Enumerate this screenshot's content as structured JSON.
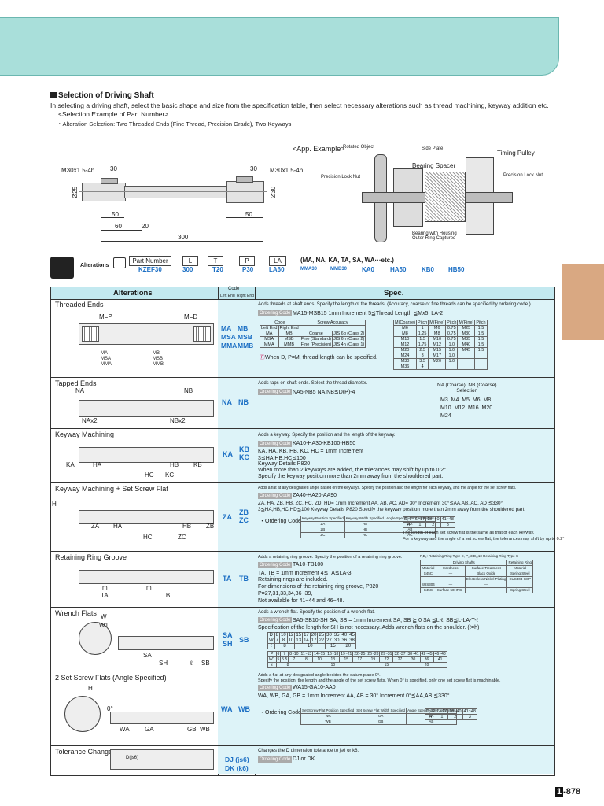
{
  "section": {
    "title": "Selection of Driving Shaft",
    "intro": "In selecting a driving shaft, select the basic shape and size from the specification table, then select necessary alterations such as thread machining, keyway addition etc.",
    "example_heading": "<Selection Example of Part Number>",
    "alteration_note": "・Alteration Selection: Two Threaded Ends (Fine Thread, Precision Grade), Two Keyways"
  },
  "drawing": {
    "thread_left": "M30x1.5-4h",
    "thread_right": "M30x1.5-4h",
    "dim_30_left": "30",
    "dim_30_right": "30",
    "dia_25": "Ø25",
    "dia_30": "Ø30",
    "dim_50_left": "50",
    "dim_60": "60",
    "dim_20": "20",
    "dim_50_right": "50",
    "dim_300": "300"
  },
  "app_example": {
    "title": "<App. Example>",
    "rotated_object": "Rotated Object",
    "side_plate": "Side Plate",
    "timing_pulley": "Timing Pulley",
    "bearing_spacer": "Bearing Spacer",
    "lock_nut_left": "Precision Lock Nut",
    "lock_nut_right": "Precision Lock Nut",
    "bearing_housing": "Bearing with Housing\nOuter Ring Captured"
  },
  "part_number": {
    "label": "Part Number",
    "alterations_label": "Alterations",
    "codes": [
      "L",
      "T",
      "P",
      "LA"
    ],
    "suffix": "(MA, NA, KA, TA, SA, WA···etc.)",
    "example": [
      "KZEF30",
      "300",
      "T20",
      "P30",
      "LA60",
      "MMA30",
      "MMB30",
      "KA0",
      "HA50",
      "KB0",
      "HB50"
    ]
  },
  "table_header": {
    "alterations": "Alterations",
    "code": "Code",
    "left_end": "Left End",
    "right_end": "Right End",
    "spec": "Spec."
  },
  "rows": [
    {
      "name": "Threaded Ends",
      "codes_left": "MA\nMSA\nMMA",
      "codes_right": "MB\nMSB\nMMB",
      "spec": "Adds threads at shaft ends. Specify the length of the threads. (Accuracy, coarse or fine threads can be specified by ordering code.)",
      "order_code": "Ordering Code",
      "order_example": "MA15-MSB15   1mm Increment   5≦Thread Length ≦Mx5, LA-2",
      "note": "When D, P=M, thread length can be specified.",
      "fig_labels": [
        "M=P",
        "M=D",
        "MA\nMSA\nMMA",
        "MB\nMSB\nMMB"
      ]
    },
    {
      "name": "Tapped Ends",
      "codes_left": "NA",
      "codes_right": "NB",
      "spec": "Adds taps on shaft ends. Select the thread diameter.",
      "order_code": "Ordering Code",
      "order_example": "NA5-NB5   NA,NB≦D(P)-4",
      "selection_head": "NA (Coarse)  NB (Coarse)\nSelection",
      "selection_values": "M3  M4  M5  M6  M8\nM10  M12  M16  M20\nM24",
      "fig_labels": [
        "NA",
        "NB",
        "NAx2",
        "NBx2"
      ]
    },
    {
      "name": "Keyway Machining",
      "codes_left": "KA",
      "codes_right": "KB\nKC",
      "spec": "Adds a keyway. Specify the position and the length of the keyway.",
      "order_code": "Ordering Code",
      "order_example": "KA10-HA30-KB100-HB50",
      "lines": [
        "KA, HA, KB, HB, KC, HC = 1mm Increment",
        "3≦HA,HB,HC≦100",
        "Keyway Details P820",
        "When more than 2 keyways are added, the tolerances may shift by up to 0.2°.",
        "Specify the keyway position more than 2mm away from the shouldered part."
      ],
      "fig_labels": [
        "KA",
        "HA",
        "HB",
        "KB",
        "HC",
        "KC"
      ]
    },
    {
      "name": "Keyway Machining + Set Screw Flat",
      "codes_left": "ZA",
      "codes_right": "ZB\nZC",
      "spec": "Adds a flat at any designated angle based on the keyways. Specify the position and the length for each keyway, and the angle for the set screw flats.",
      "order_code": "Ordering Code",
      "order_example": "ZA40-HA20-AA90",
      "lines": [
        "ZA, HA, ZB, HB, ZC, HC, ZD, HD= 1mm Increment   AA, AB, AC, AD= 30° Increment   30°≦AA,AB, AC, AD ≦330°",
        "3≦HA,HB,HC,HD≦100   Keyway Details P820   Specify the keyway position more than 2mm away from the shouldered part."
      ],
      "ordering_label": "・Ordering Code",
      "note1": "The length of each set screw flat is the same as that of each keyway.",
      "note2": "For a keyway and the angle of a set screw flat, the tolerances may shift by up to 0.2°.",
      "fig_labels": [
        "H",
        "ZA",
        "HA",
        "HB",
        "ZB",
        "HC",
        "ZC"
      ]
    },
    {
      "name": "Retaining Ring Groove",
      "codes_left": "TA",
      "codes_right": "TB",
      "spec": "Adds a retaining ring groove. Specify the position of a retaining ring groove.",
      "order_code": "Ordering Code",
      "order_example": "TA10-TB100",
      "lines": [
        "TA, TB = 1mm Increment   4≦TA≦LA-3",
        "Retaining rings are included.",
        "For dimensions of the retaining ring groove, P820",
        "P=27,31,33,34,36~39,",
        "Not available for 41~44 and 46~48."
      ],
      "fig_labels": [
        "m",
        "m",
        "TA",
        "TB"
      ]
    },
    {
      "name": "Wrench Flats",
      "codes_left": "SA\nSH",
      "codes_right": "SB",
      "spec": "Adds a wrench flat. Specify the position of a wrench flat.",
      "order_code": "Ordering Code",
      "order_example": "SA5-SB10-SH   SA, SB = 1mm Increment   SA, SB ≧ 0   SA ≦L-ℓ, SB≦L-LA-T-ℓ",
      "lines": [
        "Specification of the length for SH is not necessary. Adds wrench flats on the shoulder. (ℓ=h)"
      ],
      "fig_labels": [
        "W",
        "W1",
        "SA",
        "SH",
        "ℓ",
        "SB"
      ]
    },
    {
      "name": "2 Set Screw Flats (Angle Specified)",
      "codes_left": "WA",
      "codes_right": "WB",
      "spec": "Adds a flat at any designated angle besides the datum plane 0°.",
      "spec2": "Specify the position, the length and the angle of the set screw flats. When 0° is specified, only one set screw flat is machinable.",
      "order_code": "Ordering Code",
      "order_example": "WA15-GA10-AA0",
      "lines": [
        "WA, WB, GA, GB = 1mm Increment   AA, AB = 30° Increment   0°≦AA,AB ≦330°"
      ],
      "ordering_label": "・Ordering Code",
      "fig_labels": [
        "H",
        "0°",
        "WA",
        "GA",
        "GB",
        "WB"
      ]
    },
    {
      "name": "Tolerance Change",
      "codes_left": "DJ (js6)",
      "codes_right": "DK (k6)",
      "spec": "Changes the D dimension tolerance to js6 or k6.",
      "order_code": "Ordering Code",
      "order_example": "DJ  or  DK",
      "fig_labels": [
        "D(js6)"
      ]
    }
  ],
  "thread_table": {
    "head": [
      "Code",
      "Screw Accuracy"
    ],
    "sub": [
      "Left End",
      "Right End"
    ],
    "rows": [
      [
        "MA",
        "MB",
        "Coarse",
        "JIS 6g (Class 2)"
      ],
      [
        "MSA",
        "MSB",
        "Fine (Standard)",
        "JIS 6h (Class 2)"
      ],
      [
        "MMA",
        "MMB",
        "Fine (Precision)",
        "JIS 4h (Class 1)"
      ]
    ]
  },
  "pitch_table": {
    "head": [
      "M(Coarse)",
      "Pitch",
      "M(Fine)",
      "Pitch",
      "M(Fine)",
      "Pitch"
    ],
    "rows": [
      [
        "M6",
        "1",
        "M6",
        "0.75",
        "M25",
        "1.5"
      ],
      [
        "M8",
        "1.25",
        "M8",
        "0.75",
        "M30",
        "1.5"
      ],
      [
        "M10",
        "1.5",
        "M10",
        "0.75",
        "M35",
        "1.5"
      ],
      [
        "M12",
        "1.75",
        "M12",
        "1.0",
        "M40",
        "1.5"
      ],
      [
        "M20",
        "2.5",
        "M15",
        "1.0",
        "M45",
        "1.5"
      ],
      [
        "M24",
        "3",
        "M17",
        "1.0",
        "",
        ""
      ],
      [
        "M30",
        "3.5",
        "M20",
        "1.0",
        "",
        ""
      ],
      [
        "M36",
        "4",
        "",
        "",
        "",
        ""
      ]
    ]
  },
  "wrench_table": {
    "rows1": [
      [
        "D",
        "8",
        "10",
        "12",
        "15",
        "17",
        "20",
        "25",
        "30",
        "35",
        "40",
        "45"
      ],
      [
        "W",
        "7",
        "8",
        "10",
        "13",
        "14",
        "17",
        "22",
        "27",
        "30",
        "36",
        "38"
      ],
      [
        "ℓ",
        "8",
        "",
        "",
        "10",
        "",
        "",
        "",
        "15",
        "",
        "20",
        ""
      ]
    ],
    "rows2": [
      [
        "P",
        "6",
        "7",
        "8~10",
        "11~13",
        "14~15",
        "16~18",
        "19~21",
        "22~25",
        "26~28",
        "29~31",
        "32~37",
        "38~41",
        "42~45",
        "46~48"
      ],
      [
        "W1",
        "5",
        "5.5",
        "7",
        "8",
        "10",
        "13",
        "15",
        "17",
        "19",
        "22",
        "27",
        "30",
        "36",
        "41"
      ],
      [
        "ℓ",
        "",
        "8",
        "",
        "",
        "10",
        "",
        "",
        "",
        "",
        "15",
        "",
        "",
        "20",
        ""
      ]
    ]
  },
  "retaining_table": {
    "title": "P,D₁: Retaining Ring Type E,  P₂,3,D₁,10 Retaining Ring Type C",
    "head": [
      "Driving Shafts",
      "Retaining Ring"
    ],
    "sub": [
      "Material",
      "Hardness",
      "Surface Treatment",
      "Material"
    ],
    "rows": [
      [
        "S45C",
        "—",
        "Black Oxide",
        "Spring Steel"
      ],
      [
        "",
        "",
        "Electroless Nickel Plating",
        "SUS304-CSP"
      ],
      [
        "SUS304",
        "—",
        "—",
        ""
      ],
      [
        "S45C",
        "Surface 50HRC~",
        "—",
        "Spring Steel"
      ]
    ]
  },
  "zc_table": {
    "head": [
      "Keyway Position Specified",
      "Keyway Width Specified",
      "Angle Specified 30° Increment"
    ],
    "rows": [
      [
        "ZA",
        "HA",
        "AA"
      ],
      [
        "ZB",
        "HB",
        "AB"
      ],
      [
        "ZC",
        "HC",
        "AC"
      ]
    ],
    "side_head": [
      "D, P",
      "6~17",
      "18~40",
      "41~48"
    ],
    "side_row": [
      "H",
      "1",
      "2",
      "3"
    ]
  },
  "wa_table": {
    "head": [
      "Set Screw Flat Position Specified",
      "Set Screw Flat Width Specified",
      "Angle Specified 30° Increment"
    ],
    "rows": [
      [
        "WA",
        "GA",
        "AA"
      ],
      [
        "WB",
        "GB",
        "AB"
      ]
    ],
    "side_head": [
      "D, P",
      "6~17",
      "18~40",
      "41~48"
    ],
    "side_row": [
      "H",
      "1",
      "2",
      "3"
    ]
  },
  "footer": {
    "section": "1",
    "page": "-878"
  },
  "colors": {
    "banner": "#a9dfda",
    "tab": "#d9a882",
    "row_bg": "#ddf3f8",
    "code_blue": "#1c6fc4"
  }
}
